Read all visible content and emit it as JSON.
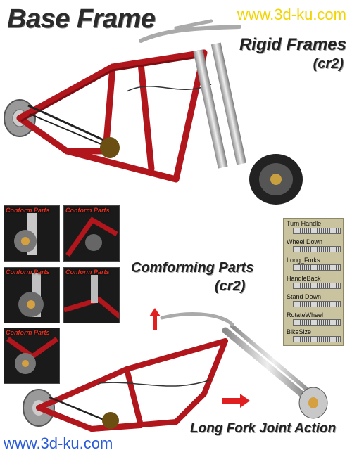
{
  "title": "Base Frame",
  "watermark_top": "www.3d-ku.com",
  "watermark_bottom": "www.3d-ku.com",
  "captions": {
    "rigid": "Rigid Frames",
    "rigid_sub": "(cr2)",
    "conforming": "Comforming Parts",
    "conforming_sub": "(cr2)",
    "longfork": "Long Fork Joint Action"
  },
  "thumbnails": [
    {
      "label": "Conform Parts"
    },
    {
      "label": "Conform Parts"
    },
    {
      "label": "Conform Parts"
    },
    {
      "label": "Conform Parts"
    },
    {
      "label": "Conform Parts"
    }
  ],
  "dials": [
    {
      "label": "Turn Handle"
    },
    {
      "label": "Wheel Down"
    },
    {
      "label": "Long_Forks"
    },
    {
      "label": "HandleBack"
    },
    {
      "label": "Stand Down"
    },
    {
      "label": "RotateWheel"
    },
    {
      "label": "BikeSize"
    }
  ],
  "colors": {
    "frame_red": "#b0161c",
    "chrome": "#bfbfbf",
    "watermark_yellow": "#f2d400",
    "watermark_blue": "#2a5cd8",
    "arrow_red": "#e02020",
    "panel_bg": "#c9c3a0"
  }
}
